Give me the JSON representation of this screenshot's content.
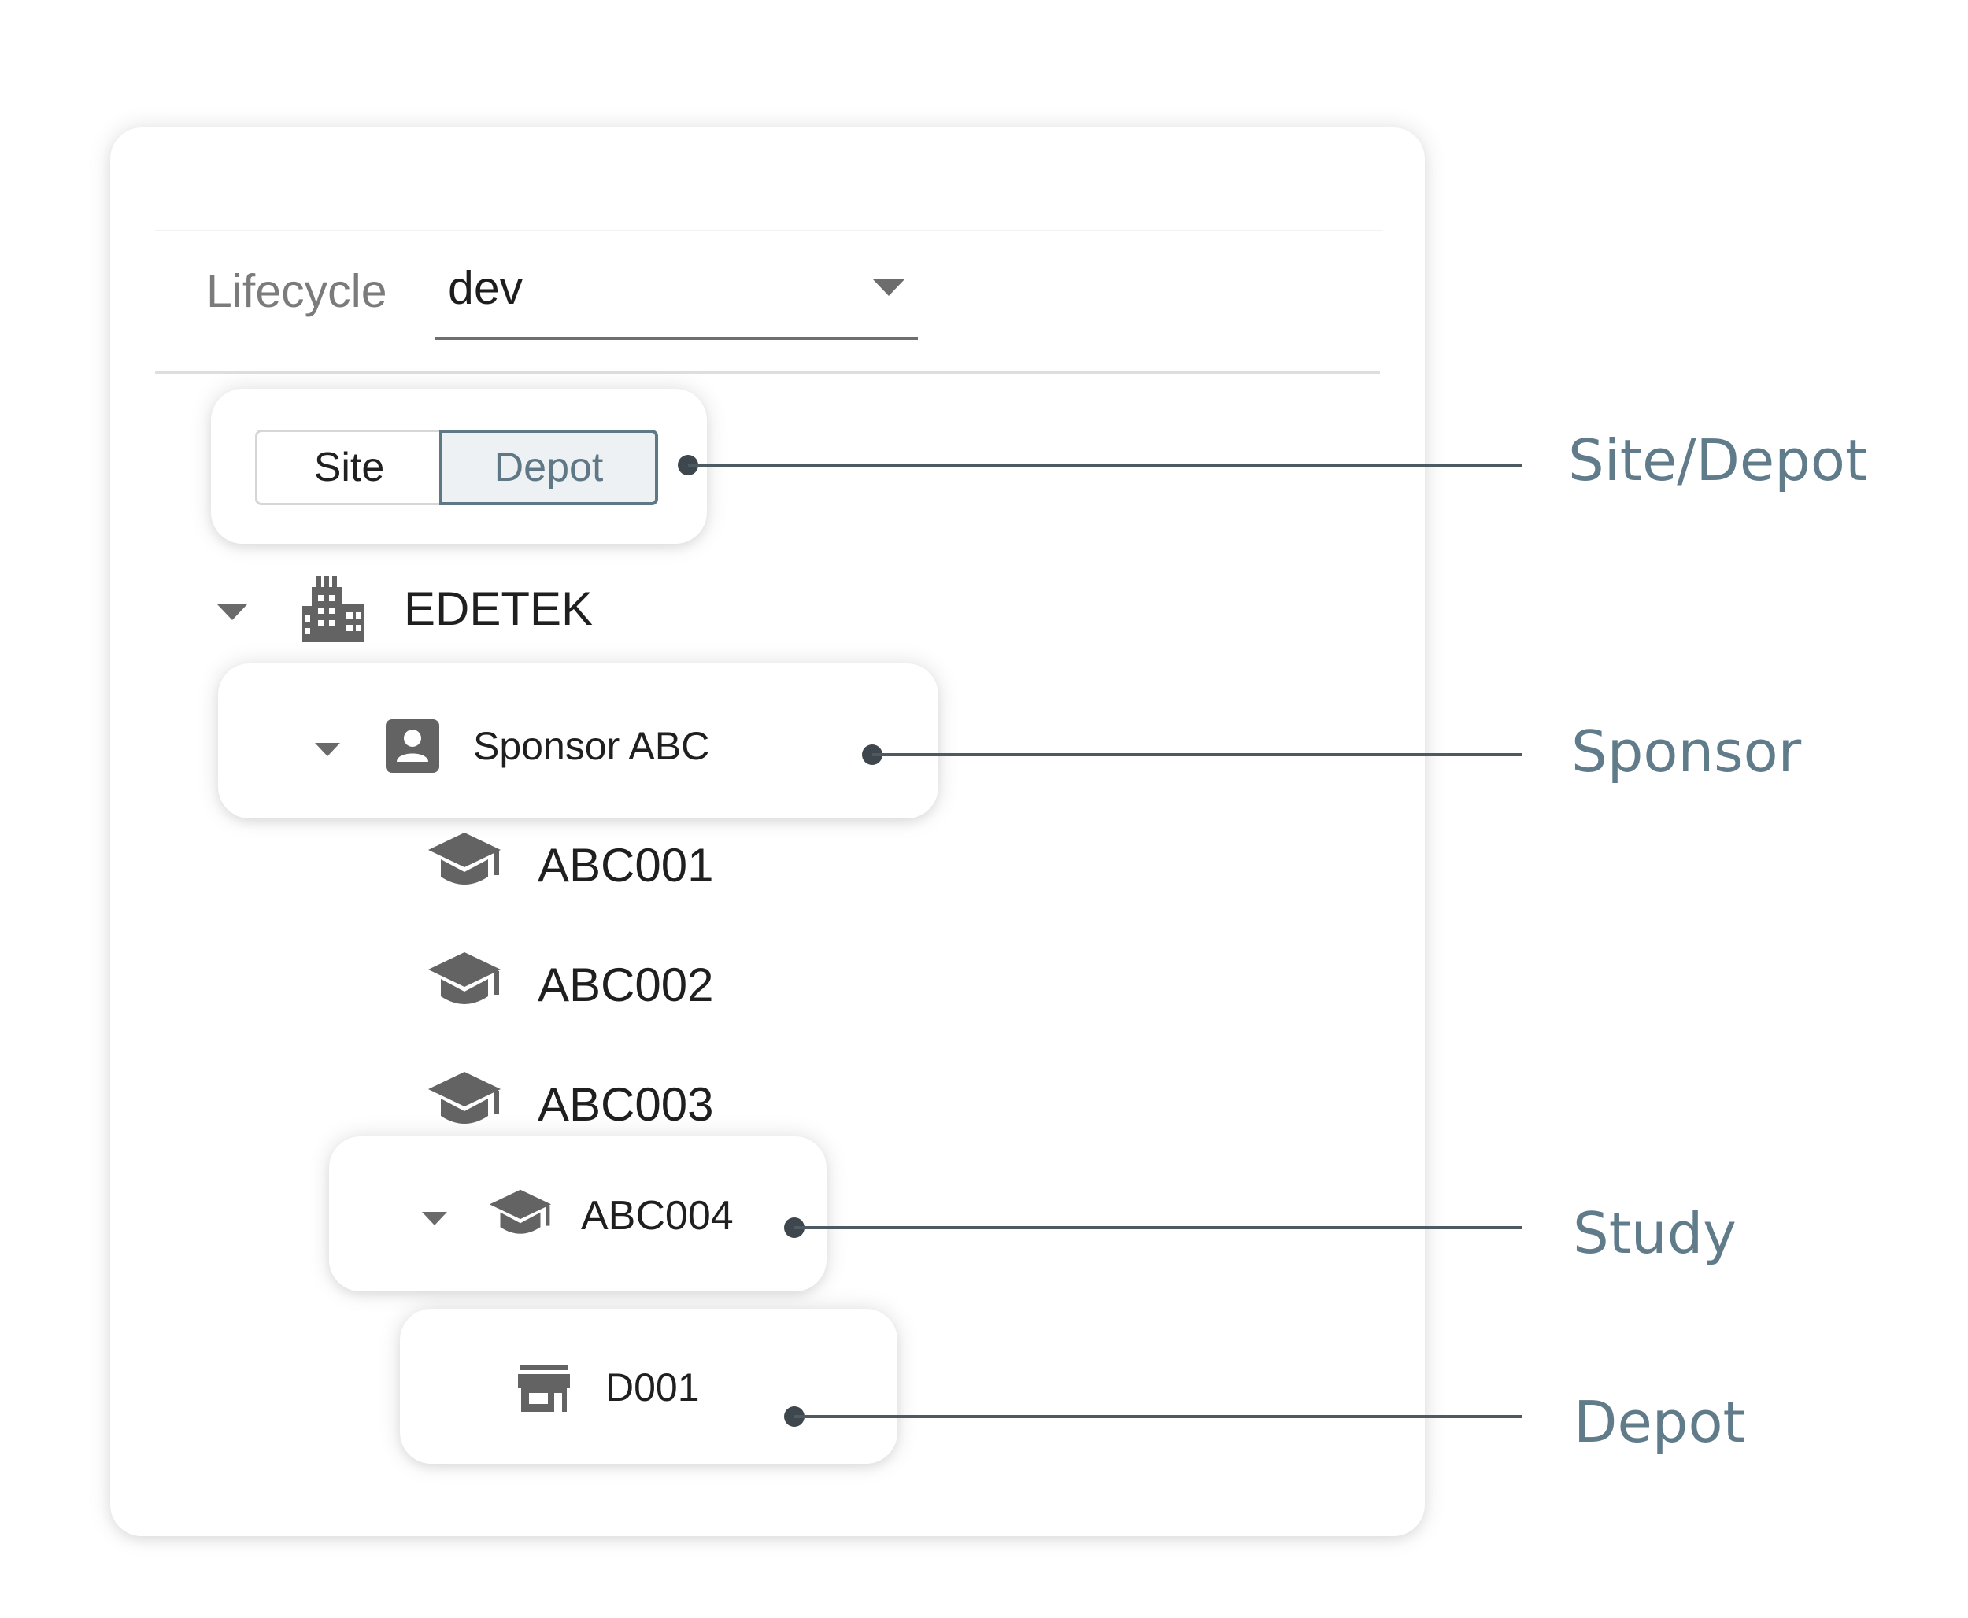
{
  "lifecycle": {
    "label": "Lifecycle",
    "value": "dev"
  },
  "toggle": {
    "site_label": "Site",
    "depot_label": "Depot",
    "selected": "Depot"
  },
  "tree": {
    "root": {
      "label": "EDETEK",
      "icon": "building-icon"
    },
    "sponsor": {
      "label": "Sponsor ABC",
      "icon": "person-badge-icon"
    },
    "studies": [
      {
        "label": "ABC001",
        "icon": "graduation-cap-icon"
      },
      {
        "label": "ABC002",
        "icon": "graduation-cap-icon"
      },
      {
        "label": "ABC003",
        "icon": "graduation-cap-icon"
      },
      {
        "label": "ABC004",
        "icon": "graduation-cap-icon"
      }
    ],
    "depot": {
      "label": "D001",
      "icon": "store-icon"
    }
  },
  "annotations": {
    "site_depot": "Site/Depot",
    "sponsor": "Sponsor",
    "study": "Study",
    "depot": "Depot"
  },
  "colors": {
    "accent": "#5f7886",
    "annotation_text": "#607b8a",
    "icon": "#636363",
    "leader_line": "#4e5a61"
  }
}
